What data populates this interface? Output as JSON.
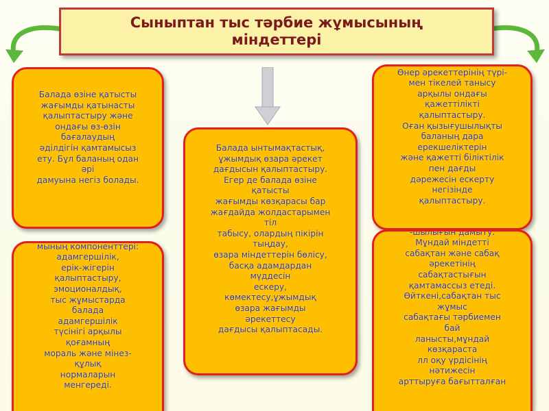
{
  "title": "Сыныптан тыс тәрбие жұмысының\nміндеттері",
  "boxes": {
    "top_left": "Балада өзіне қатысты\nжағымды қатынасты\nқалыптастыру және\nондағы өз-өзін\nбағалаудың\nәділдігін қамтамысыз\nету. Бұл баланың одан\nәрі\nдамуына негіз болады.",
    "bottom_left": "Баланың дүниетаны-\nмының компоненттері:\nадамгершілік,\nерік-жігерін\nқалыптастыру,\nэмоционалдық,\nтыс жұмыстарда\nбалада\nадамгершілік\nтүсінігі арқылы\nқоғамның\nмораль және мінез-\nқұлық\nнормаларын\nменгереді.",
    "center": "Балада ынтымақтастық,\nұжымдық өзара әрекет\nдағдысын қалыптастыру.\nЕгер де балада өзіне\nқатысты\nжағымды көзқарасы бар\nжағдайда жолдастарымен\nтіл\nтабысу, олардың пікірін\nтыңдау,\nөзара міндеттерін бөлісу,\nбасқа адамдардан\nмүддесін\nескеру,\nкөмектесу,ұжымдық\nөзара жағымды\nәрекеттесу\nдағдысы қалыптасады.",
    "top_right": "Балада әр түрлі көркем\nӨнер әрекеттерінің түрі-\nмен тікелей танысу\nарқылы ондағы\nқажеттілікті\nқалыптастыру.\nОған қызығушылықты\nбаланың дара\nерекшеліктерін\nжәне қажетті біліктілік\nпен дағды\nдәрежесін ескерту\nнегізінде\nқалыптастыру.",
    "bottom_right": "Баланың танымдық қызығу\n-шылығын дамыту.\nМұндай міндетті\nсабақтан және сабақ\nәрекетінің\nсабақтастығын\nқамтамассыз етеді.\nӨйткені,сабақтан тыс\nжұмыс\nсабақтағы тәрбиемен\nбай\nланысты,мұндай\nкөзқараста\nлл оқу үрдісінің\nнәтижесін\nарттыруға бағытталған"
  },
  "colors": {
    "box_fill": "#fdbf00",
    "box_border": "#e02121",
    "box_text": "#3a3a90",
    "title_fill": "#fbf2a8",
    "title_border": "#c03a3a",
    "title_text": "#7a1a1a",
    "arrow_green": "#5cb83a",
    "arrow_gray": "#cfcfd6"
  }
}
